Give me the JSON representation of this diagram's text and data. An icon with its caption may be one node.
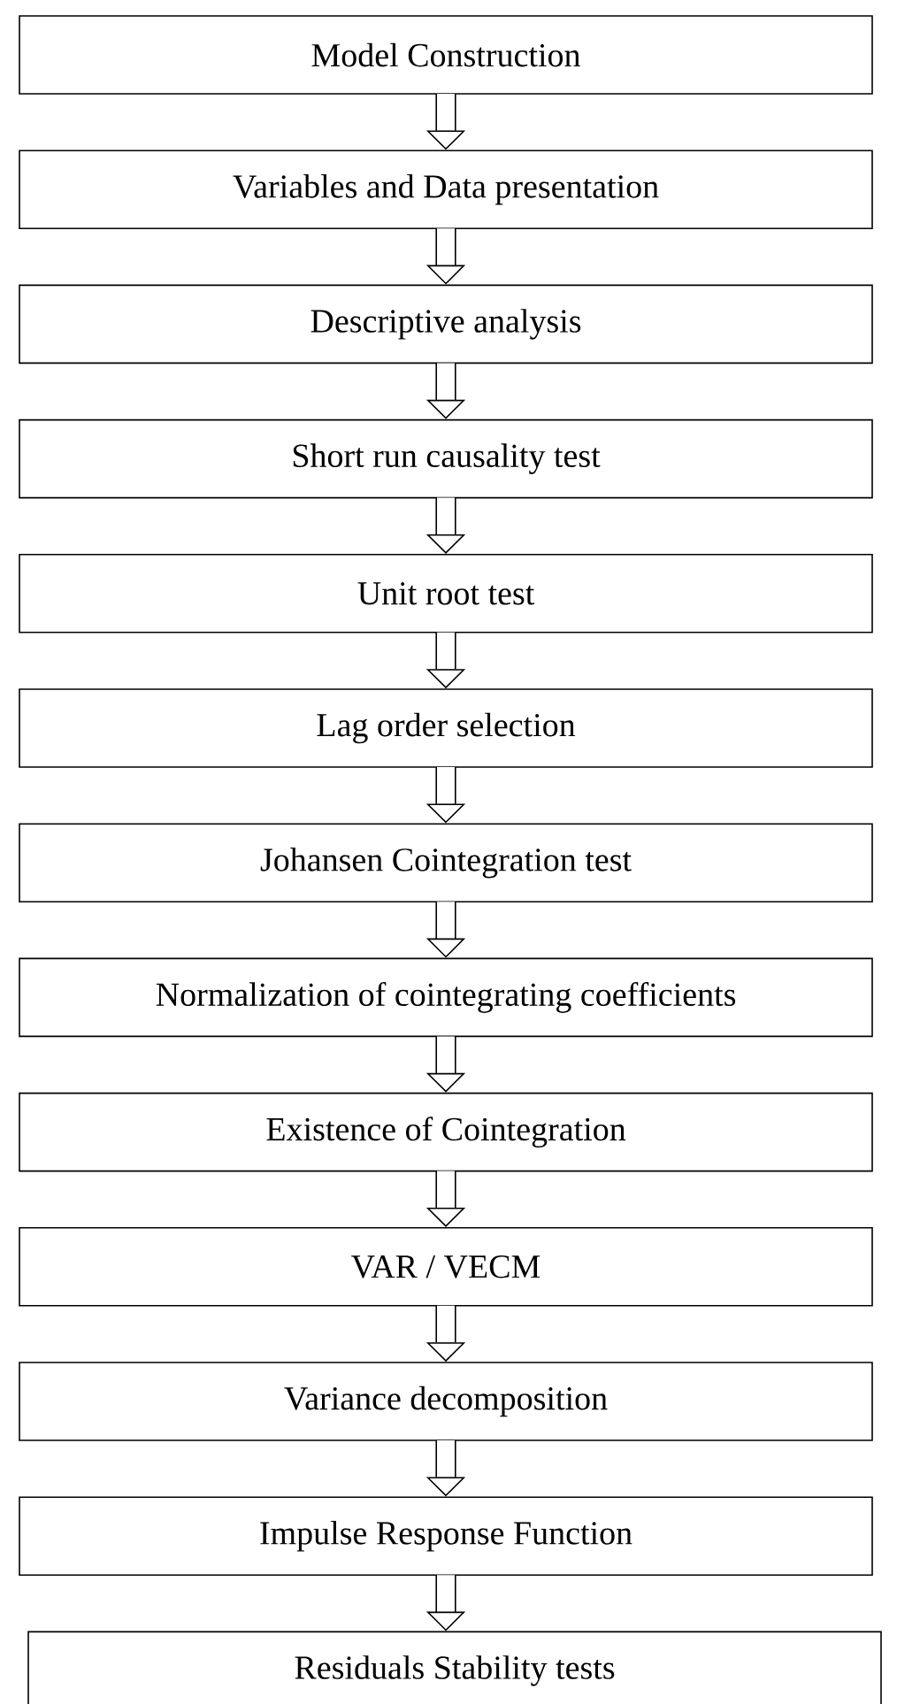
{
  "diagram": {
    "nodes": [
      {
        "text": [
          "Model Construction"
        ]
      },
      {
        "text": [
          "Variables and Data presentation"
        ]
      },
      {
        "text": [
          "Descriptive analysis"
        ]
      },
      {
        "text": [
          "Short run causality test"
        ]
      },
      {
        "text": [
          "Unit root test"
        ]
      },
      {
        "text": [
          "Lag order selection"
        ]
      },
      {
        "text": [
          "Johansen Cointegration test"
        ]
      },
      {
        "text": [
          "Normalization of cointegrating coefficients"
        ]
      },
      {
        "text": [
          "Existence of Cointegration"
        ]
      },
      {
        "text": [
          "VAR / VECM"
        ]
      },
      {
        "text": [
          "Variance decomposition"
        ]
      },
      {
        "text": [
          "Impulse Response Function"
        ]
      },
      {
        "text": [
          "Residuals Stability tests"
        ]
      }
    ],
    "edges": [
      {
        "from": 0,
        "to": 1,
        "arrow": "to"
      },
      {
        "from": 1,
        "to": 2,
        "arrow": "to"
      },
      {
        "from": 2,
        "to": 3,
        "arrow": "to"
      },
      {
        "from": 3,
        "to": 4,
        "arrow": "to"
      },
      {
        "from": 4,
        "to": 5,
        "arrow": "to"
      },
      {
        "from": 5,
        "to": 6,
        "arrow": "to"
      },
      {
        "from": 6,
        "to": 7,
        "arrow": "to"
      },
      {
        "from": 7,
        "to": 8,
        "arrow": "to"
      },
      {
        "from": 8,
        "to": 9,
        "arrow": "to"
      },
      {
        "from": 9,
        "to": 10,
        "arrow": "to"
      },
      {
        "from": 10,
        "to": 11,
        "arrow": "to"
      },
      {
        "from": 11,
        "to": 12,
        "arrow": "to"
      }
    ]
  }
}
